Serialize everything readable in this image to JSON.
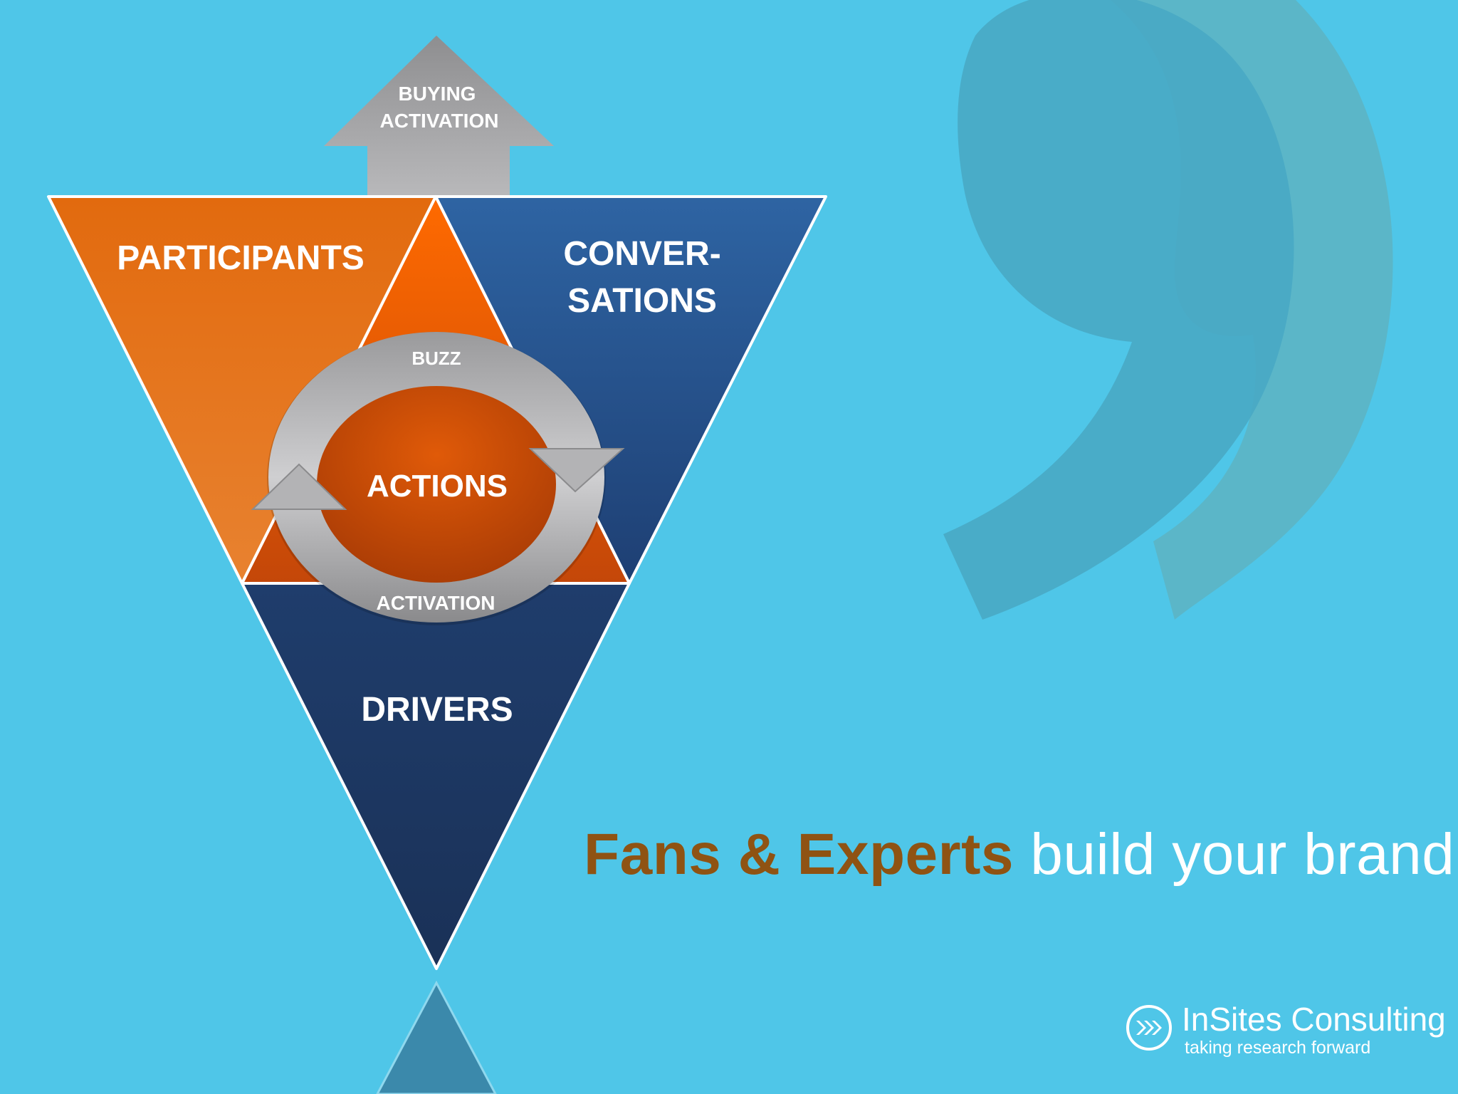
{
  "diagram": {
    "arrow_label_line1": "BUYING",
    "arrow_label_line2": "ACTIVATION",
    "participants": "PARTICIPANTS",
    "conversations_line1": "CONVER-",
    "conversations_line2": "SATIONS",
    "drivers": "DRIVERS",
    "actions": "ACTIONS",
    "cycle_top": "BUZZ",
    "cycle_bottom": "ACTIVATION"
  },
  "tagline": {
    "highlight": "Fans & Experts",
    "rest": " build your brand"
  },
  "logo": {
    "name": "InSites Consulting",
    "slogan": "taking research forward",
    "icon": "triple-chevron-icon"
  },
  "colors": {
    "background": "#4fc6e8",
    "participants": "#e5731c",
    "conversations": "#2a5c96",
    "drivers": "#1c3560",
    "actions": "#c94a07",
    "tagline_highlight": "#8f5313",
    "quote_mark": "#48a8c4"
  }
}
